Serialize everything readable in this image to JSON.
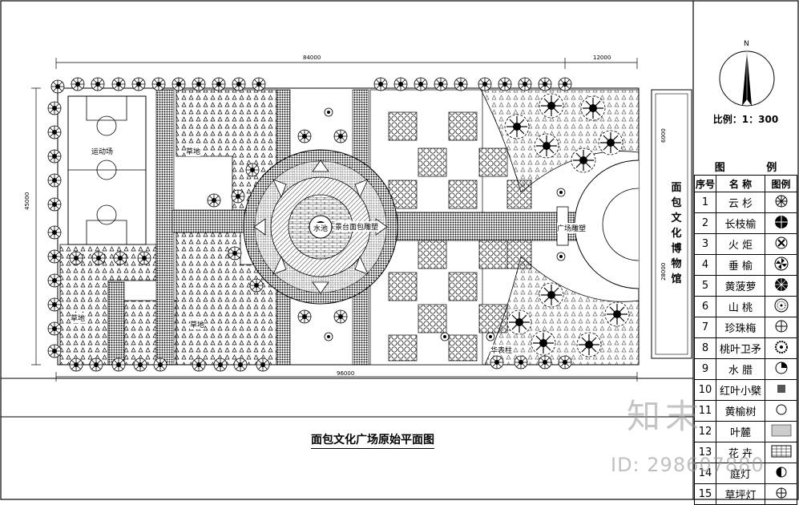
{
  "title": "面包文化广场原始平面图",
  "scale": "比例：1：300",
  "north_label": "N",
  "museum_label": "面包文化博物馆",
  "dimensions": {
    "top_main": "84000",
    "top_right": "12000",
    "bottom": "96000",
    "left": "45000",
    "right_upper": "6000",
    "right_lower": "28000"
  },
  "plan_labels": {
    "sports": "运动场",
    "lawn_a": "草地",
    "lawn_b": "草地",
    "lawn_c": "草地",
    "pool": "水池",
    "center": "景台面包雕塑",
    "plaza": "广场雕塑",
    "pillar": "华表柱"
  },
  "legend": {
    "title_left": "图",
    "title_right": "例",
    "headers": [
      "序号",
      "名 称",
      "图例"
    ],
    "rows": [
      {
        "no": "1",
        "name": "云 杉",
        "icon": "spruce-icon"
      },
      {
        "no": "2",
        "name": "长枝榆",
        "icon": "elm-icon"
      },
      {
        "no": "3",
        "name": "火 炬",
        "icon": "torch-tree-icon"
      },
      {
        "no": "4",
        "name": "垂 榆",
        "icon": "weeping-elm-icon"
      },
      {
        "no": "5",
        "name": "黄菠萝",
        "icon": "cork-tree-icon"
      },
      {
        "no": "6",
        "name": "山 桃",
        "icon": "peach-icon"
      },
      {
        "no": "7",
        "name": "珍珠梅",
        "icon": "pearl-plum-icon"
      },
      {
        "no": "8",
        "name": "桃叶卫矛",
        "icon": "euonymus-icon"
      },
      {
        "no": "9",
        "name": "水 腊",
        "icon": "privet-icon"
      },
      {
        "no": "10",
        "name": "红叶小檗",
        "icon": "barberry-icon"
      },
      {
        "no": "11",
        "name": "黄榆树",
        "icon": "yellow-elm-icon"
      },
      {
        "no": "12",
        "name": "叶麓",
        "icon": "ground-cover-icon"
      },
      {
        "no": "13",
        "name": "花 卉",
        "icon": "flowers-icon"
      },
      {
        "no": "14",
        "name": "庭灯",
        "icon": "garden-lamp-icon"
      },
      {
        "no": "15",
        "name": "草坪灯",
        "icon": "lawn-lamp-icon"
      }
    ]
  },
  "watermark": {
    "brand": "知末",
    "id": "ID: 298607880"
  }
}
